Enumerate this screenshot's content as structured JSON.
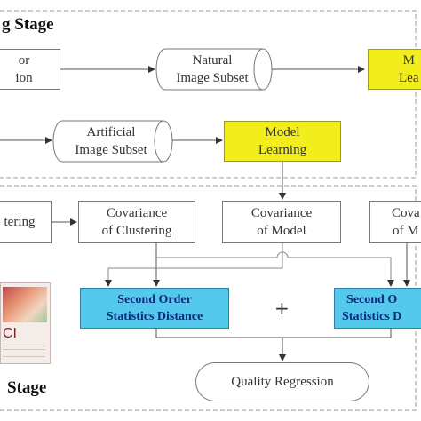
{
  "stages": {
    "top": "g Stage",
    "bottom": "Stage"
  },
  "top_row": {
    "left_box": "or\nion",
    "natural_subset": "Natural\nImage Subset",
    "model_learning_right": "M\nLea"
  },
  "second_row": {
    "artificial_subset": "Artificial\nImage Subset",
    "model_learning": "Model\nLearning"
  },
  "third_row": {
    "clustering": "tering",
    "cov_clustering": "Covariance\nof Clustering",
    "cov_model": "Covariance\nof Model",
    "cov_right": "Cova\nof M"
  },
  "fourth_row": {
    "distance_left": "Second Order\nStatistics Distance",
    "distance_right": "Second O\nStatistics D",
    "plus": "+"
  },
  "regression": "Quality Regression",
  "thumbnail": {
    "text": "CI"
  },
  "colors": {
    "yellow": "#f2ee1c",
    "blue": "#55c8ee",
    "line": "#888888"
  }
}
